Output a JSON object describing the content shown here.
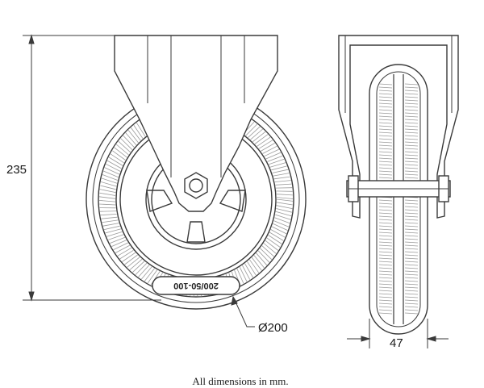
{
  "drawing": {
    "dimensions": {
      "height": "235",
      "diameter": "Ø200",
      "width": "47"
    },
    "tyre_marking": "200/50-100",
    "note": "All dimensions in mm.",
    "line_color": "#3a3a3a",
    "tread_color": "#9a9a9a",
    "background": "#ffffff"
  }
}
